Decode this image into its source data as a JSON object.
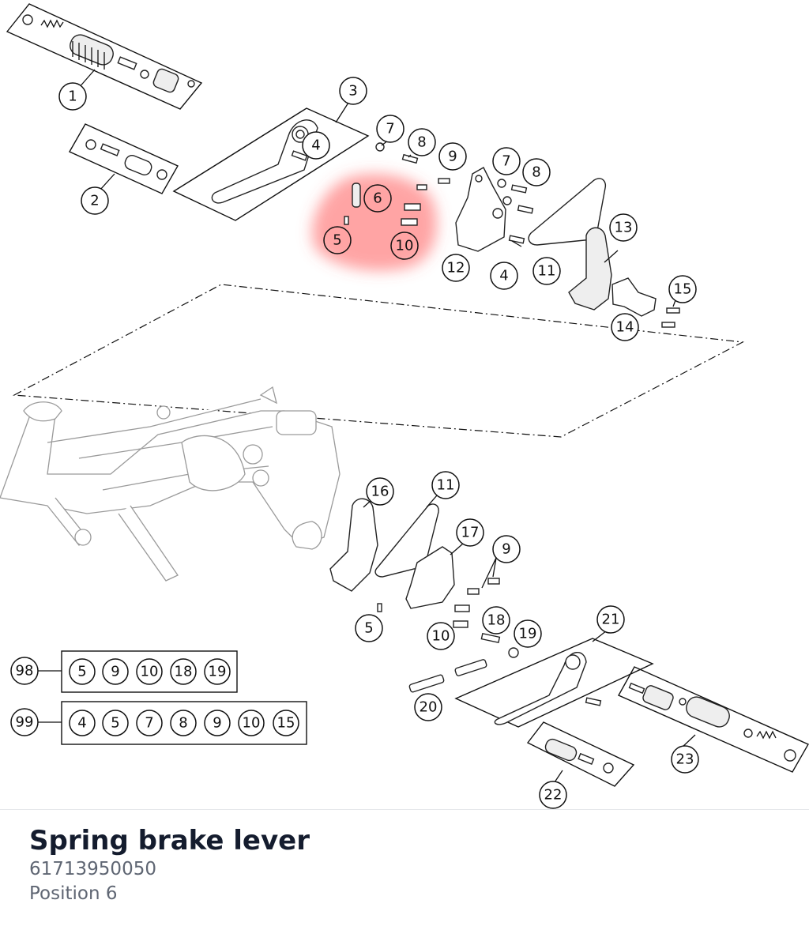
{
  "part": {
    "name": "Spring brake lever",
    "number": "61713950050",
    "position": "Position 6"
  },
  "highlight_color": "#ff5a5a",
  "callouts": [
    "1",
    "2",
    "3",
    "4",
    "5",
    "6",
    "7",
    "8",
    "9",
    "10",
    "11",
    "12",
    "13",
    "14",
    "15",
    "16",
    "17",
    "18",
    "19",
    "20",
    "21",
    "22",
    "23",
    "98",
    "99"
  ],
  "kits": [
    {
      "label": "98",
      "items": [
        "5",
        "9",
        "10",
        "18",
        "19"
      ]
    },
    {
      "label": "99",
      "items": [
        "4",
        "5",
        "7",
        "8",
        "9",
        "10",
        "15"
      ]
    }
  ]
}
